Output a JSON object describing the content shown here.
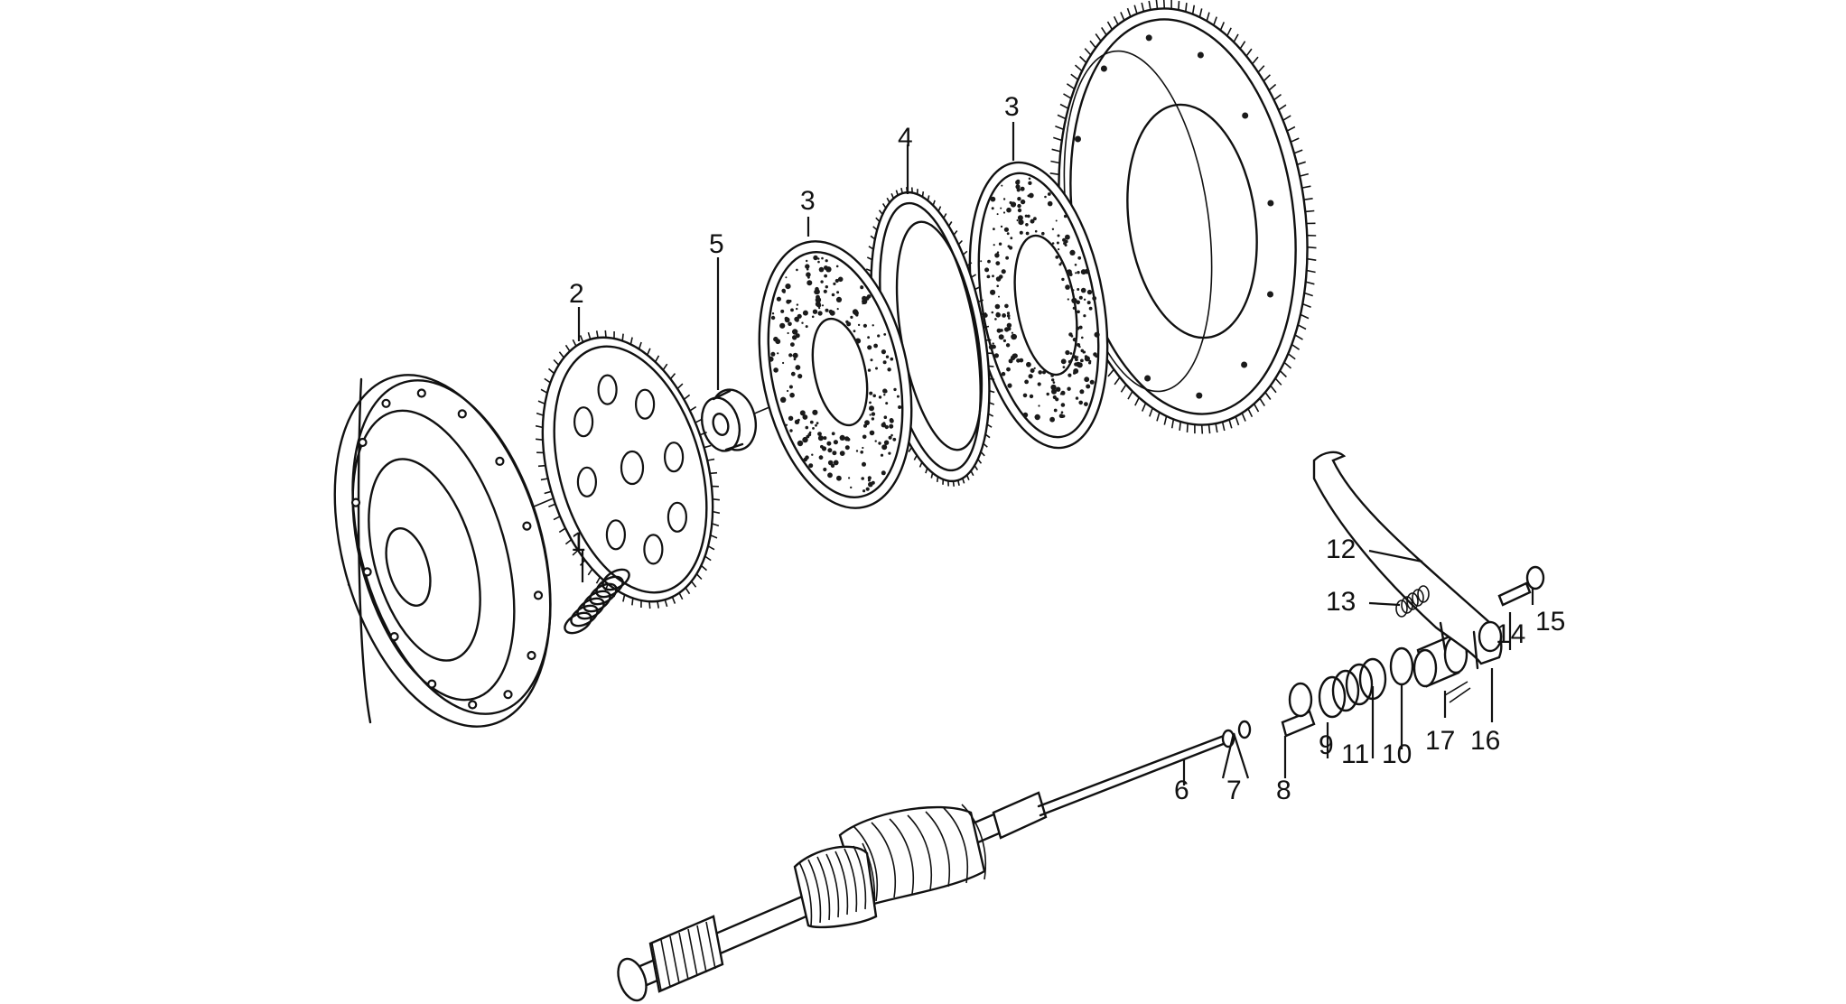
{
  "callouts": [
    {
      "id": "c1",
      "text": "1"
    },
    {
      "id": "c2",
      "text": "2"
    },
    {
      "id": "c3a",
      "text": "3"
    },
    {
      "id": "c3b",
      "text": "3"
    },
    {
      "id": "c4",
      "text": "4"
    },
    {
      "id": "c5",
      "text": "5"
    },
    {
      "id": "c6",
      "text": "6"
    },
    {
      "id": "c7",
      "text": "7"
    },
    {
      "id": "c8",
      "text": "8"
    },
    {
      "id": "c9",
      "text": "9"
    },
    {
      "id": "c10",
      "text": "10"
    },
    {
      "id": "c11",
      "text": "11"
    },
    {
      "id": "c12",
      "text": "12"
    },
    {
      "id": "c13",
      "text": "13"
    },
    {
      "id": "c14",
      "text": "14"
    },
    {
      "id": "c15",
      "text": "15"
    },
    {
      "id": "c16",
      "text": "16"
    },
    {
      "id": "c17",
      "text": "17"
    }
  ]
}
